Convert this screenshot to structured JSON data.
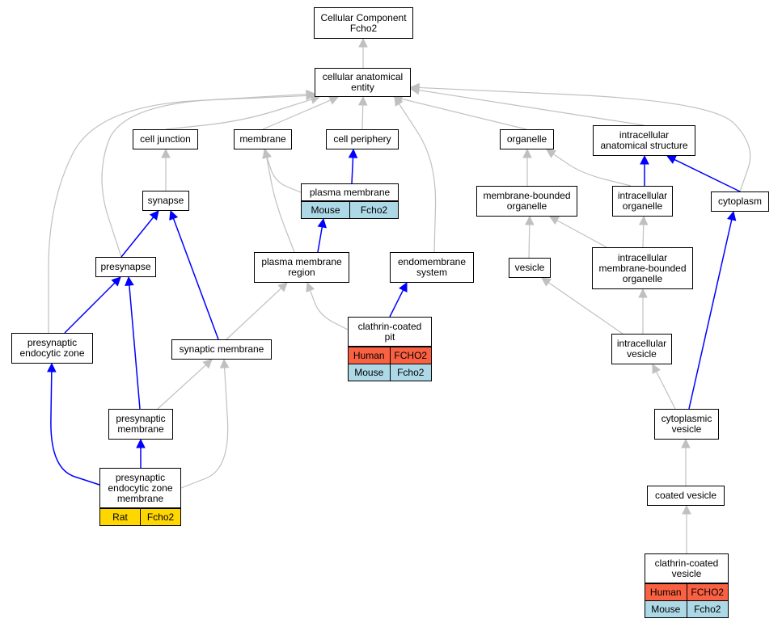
{
  "colors": {
    "gray_edge": "#c0c0c0",
    "blue_edge": "#0000ff",
    "human": "#fa6142",
    "mouse": "#add8e6",
    "rat": "#ffd700"
  },
  "nodes": [
    {
      "id": "cc-fcho2",
      "label": "Cellular Component\nFcho2"
    },
    {
      "id": "cae",
      "label": "cellular anatomical\nentity"
    },
    {
      "id": "cell-junction",
      "label": "cell junction"
    },
    {
      "id": "membrane",
      "label": "membrane"
    },
    {
      "id": "cell-periphery",
      "label": "cell periphery"
    },
    {
      "id": "organelle",
      "label": "organelle"
    },
    {
      "id": "ias",
      "label": "intracellular\nanatomical structure"
    },
    {
      "id": "synapse",
      "label": "synapse"
    },
    {
      "id": "plasma-membrane",
      "label": "plasma membrane",
      "rows": [
        {
          "species": "Mouse",
          "gene": "Fcho2",
          "color": "mouse"
        }
      ]
    },
    {
      "id": "mbo",
      "label": "membrane-bounded\norganelle"
    },
    {
      "id": "intra-organelle",
      "label": "intracellular\norganelle"
    },
    {
      "id": "cytoplasm",
      "label": "cytoplasm"
    },
    {
      "id": "presynapse",
      "label": "presynapse"
    },
    {
      "id": "pmr",
      "label": "plasma membrane\nregion"
    },
    {
      "id": "endomembrane",
      "label": "endomembrane\nsystem"
    },
    {
      "id": "vesicle",
      "label": "vesicle"
    },
    {
      "id": "imbo",
      "label": "intracellular\nmembrane-bounded\norganelle"
    },
    {
      "id": "pez",
      "label": "presynaptic\nendocytic zone"
    },
    {
      "id": "syn-membrane",
      "label": "synaptic membrane"
    },
    {
      "id": "ccp",
      "label": "clathrin-coated\npit",
      "rows": [
        {
          "species": "Human",
          "gene": "FCHO2",
          "color": "human"
        },
        {
          "species": "Mouse",
          "gene": "Fcho2",
          "color": "mouse"
        }
      ]
    },
    {
      "id": "intra-vesicle",
      "label": "intracellular\nvesicle"
    },
    {
      "id": "presyn-membrane",
      "label": "presynaptic\nmembrane"
    },
    {
      "id": "cyto-vesicle",
      "label": "cytoplasmic\nvesicle"
    },
    {
      "id": "pezm",
      "label": "presynaptic\nendocytic zone\nmembrane",
      "rows": [
        {
          "species": "Rat",
          "gene": "Fcho2",
          "color": "rat"
        }
      ]
    },
    {
      "id": "coated-vesicle",
      "label": "coated vesicle"
    },
    {
      "id": "ccv",
      "label": "clathrin-coated\nvesicle",
      "rows": [
        {
          "species": "Human",
          "gene": "FCHO2",
          "color": "human"
        },
        {
          "species": "Mouse",
          "gene": "Fcho2",
          "color": "mouse"
        }
      ]
    }
  ],
  "edges": [
    {
      "from": "cae",
      "to": "cc-fcho2",
      "kind": "gray"
    },
    {
      "from": "cell-junction",
      "to": "cae",
      "kind": "gray"
    },
    {
      "from": "membrane",
      "to": "cae",
      "kind": "gray"
    },
    {
      "from": "cell-periphery",
      "to": "cae",
      "kind": "gray"
    },
    {
      "from": "organelle",
      "to": "cae",
      "kind": "gray"
    },
    {
      "from": "ias",
      "to": "cae",
      "kind": "gray"
    },
    {
      "from": "cytoplasm",
      "to": "cae",
      "kind": "gray"
    },
    {
      "from": "presynapse",
      "to": "cae",
      "kind": "gray"
    },
    {
      "from": "pez",
      "to": "cae",
      "kind": "gray"
    },
    {
      "from": "endomembrane",
      "to": "cae",
      "kind": "gray"
    },
    {
      "from": "synapse",
      "to": "cell-junction",
      "kind": "gray"
    },
    {
      "from": "plasma-membrane",
      "to": "membrane",
      "kind": "gray"
    },
    {
      "from": "pmr",
      "to": "membrane",
      "kind": "gray"
    },
    {
      "from": "plasma-membrane",
      "to": "cell-periphery",
      "kind": "blue"
    },
    {
      "from": "mbo",
      "to": "organelle",
      "kind": "gray"
    },
    {
      "from": "intra-organelle",
      "to": "organelle",
      "kind": "gray"
    },
    {
      "from": "intra-organelle",
      "to": "ias",
      "kind": "blue"
    },
    {
      "from": "cytoplasm",
      "to": "ias",
      "kind": "blue"
    },
    {
      "from": "presynapse",
      "to": "synapse",
      "kind": "blue"
    },
    {
      "from": "syn-membrane",
      "to": "synapse",
      "kind": "blue"
    },
    {
      "from": "pmr",
      "to": "plasma-membrane",
      "kind": "blue"
    },
    {
      "from": "vesicle",
      "to": "mbo",
      "kind": "gray"
    },
    {
      "from": "imbo",
      "to": "mbo",
      "kind": "gray"
    },
    {
      "from": "imbo",
      "to": "intra-organelle",
      "kind": "gray"
    },
    {
      "from": "cyto-vesicle",
      "to": "cytoplasm",
      "kind": "blue"
    },
    {
      "from": "pez",
      "to": "presynapse",
      "kind": "blue"
    },
    {
      "from": "presyn-membrane",
      "to": "presynapse",
      "kind": "blue"
    },
    {
      "from": "syn-membrane",
      "to": "pmr",
      "kind": "gray"
    },
    {
      "from": "ccp",
      "to": "pmr",
      "kind": "gray"
    },
    {
      "from": "ccp",
      "to": "endomembrane",
      "kind": "blue"
    },
    {
      "from": "intra-vesicle",
      "to": "vesicle",
      "kind": "gray"
    },
    {
      "from": "intra-vesicle",
      "to": "imbo",
      "kind": "gray"
    },
    {
      "from": "pezm",
      "to": "pez",
      "kind": "blue"
    },
    {
      "from": "presyn-membrane",
      "to": "syn-membrane",
      "kind": "gray"
    },
    {
      "from": "pezm",
      "to": "syn-membrane",
      "kind": "gray"
    },
    {
      "from": "cyto-vesicle",
      "to": "intra-vesicle",
      "kind": "gray"
    },
    {
      "from": "pezm",
      "to": "presyn-membrane",
      "kind": "blue"
    },
    {
      "from": "coated-vesicle",
      "to": "cyto-vesicle",
      "kind": "gray"
    },
    {
      "from": "ccv",
      "to": "coated-vesicle",
      "kind": "gray"
    }
  ]
}
